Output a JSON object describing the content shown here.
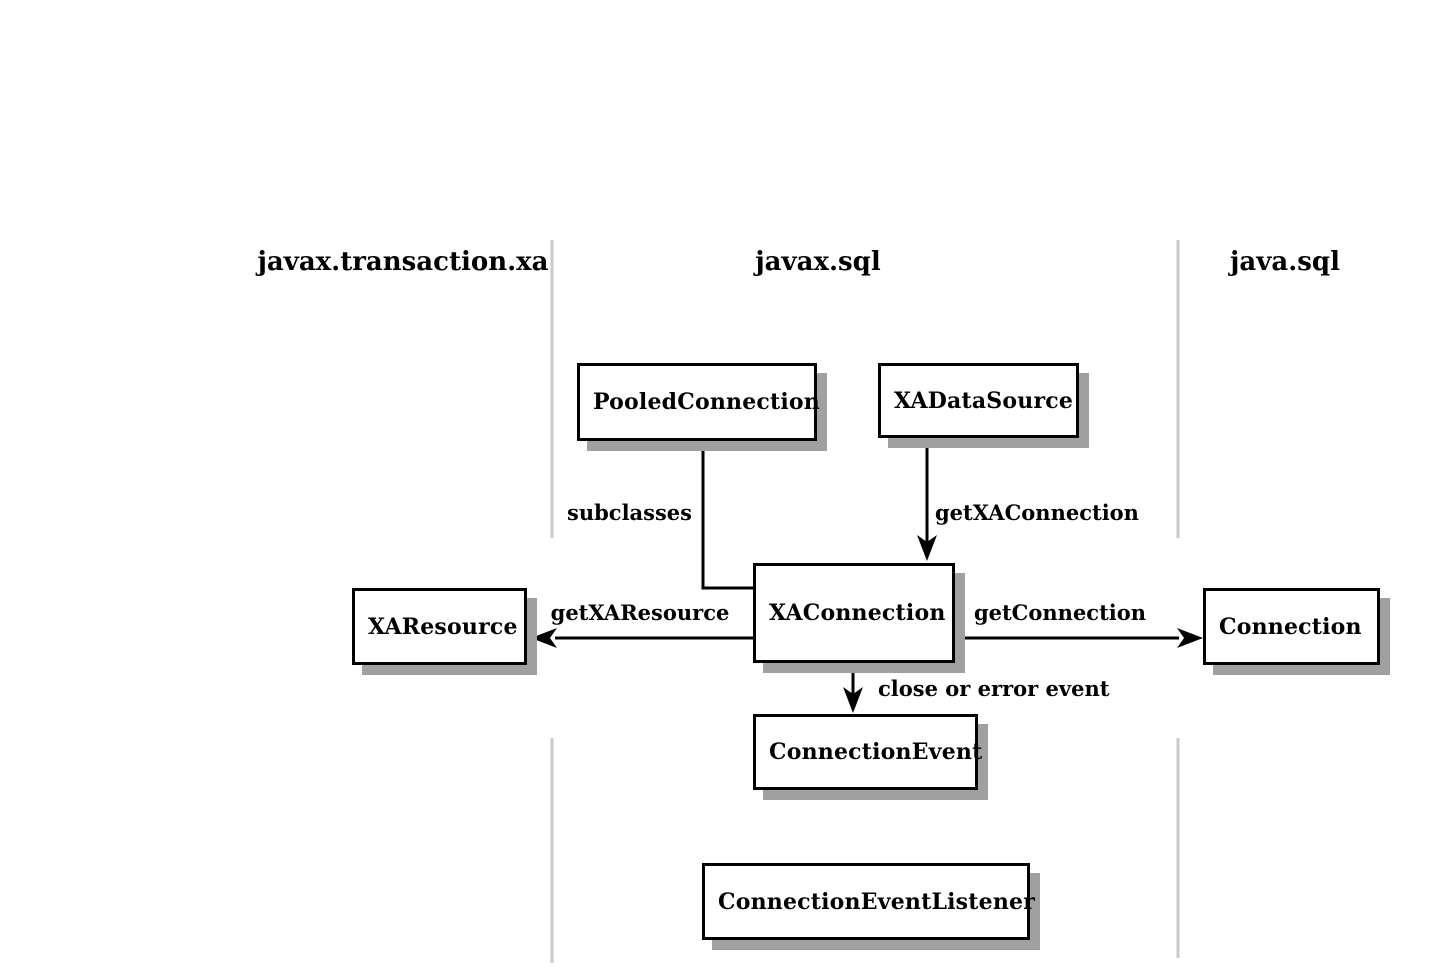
{
  "diagram": {
    "packages": {
      "transaction_xa": {
        "label": "javax.transaction.xa"
      },
      "javax_sql": {
        "label": "javax.sql"
      },
      "java_sql": {
        "label": "java.sql"
      }
    },
    "nodes": {
      "pooled_connection": {
        "label": "PooledConnection"
      },
      "xa_data_source": {
        "label": "XADataSource"
      },
      "xa_connection": {
        "label": "XAConnection"
      },
      "xa_resource": {
        "label": "XAResource"
      },
      "connection": {
        "label": "Connection"
      },
      "connection_event": {
        "label": "ConnectionEvent"
      },
      "connection_event_listener": {
        "label": "ConnectionEventListener"
      }
    },
    "edges": {
      "subclasses": {
        "label": "subclasses"
      },
      "get_xa_connection": {
        "label": "getXAConnection"
      },
      "get_xa_resource": {
        "label": "getXAResource"
      },
      "get_connection": {
        "label": "getConnection"
      },
      "close_or_error": {
        "label": "close or error event"
      }
    },
    "colors": {
      "background": "#ffffff",
      "box_fill": "#ffffff",
      "line": "#000000",
      "text": "#000000",
      "divider": "#c9c9c9",
      "shadow": "#a0a0a0"
    }
  }
}
